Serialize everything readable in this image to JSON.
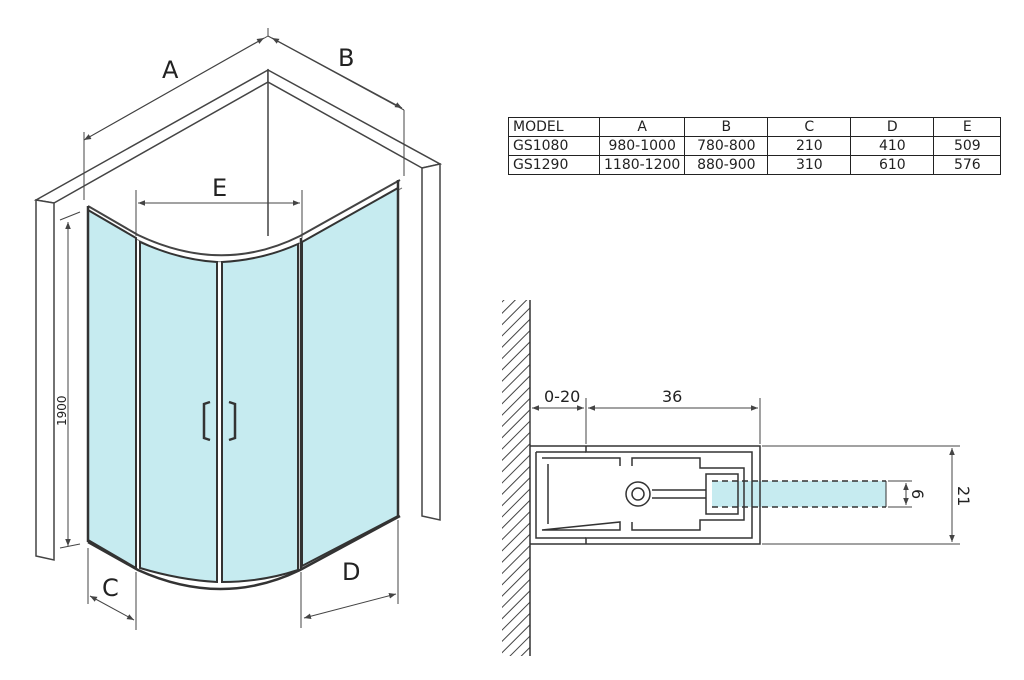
{
  "enclosure": {
    "dim_labels": {
      "a": "A",
      "b": "B",
      "c": "C",
      "d": "D",
      "e": "E",
      "height": "1900"
    },
    "glass_color": "#c6ebf0"
  },
  "spec_table": {
    "columns": [
      "MODEL",
      "A",
      "B",
      "C",
      "D",
      "E"
    ],
    "rows": [
      [
        "GS1080",
        "980-1000",
        "780-800",
        "210",
        "410",
        "509"
      ],
      [
        "GS1290",
        "1180-1200",
        "880-900",
        "310",
        "610",
        "576"
      ]
    ]
  },
  "profile_detail": {
    "dims": {
      "gap": "0-20",
      "width": "36",
      "glass": "6",
      "height": "21"
    }
  }
}
